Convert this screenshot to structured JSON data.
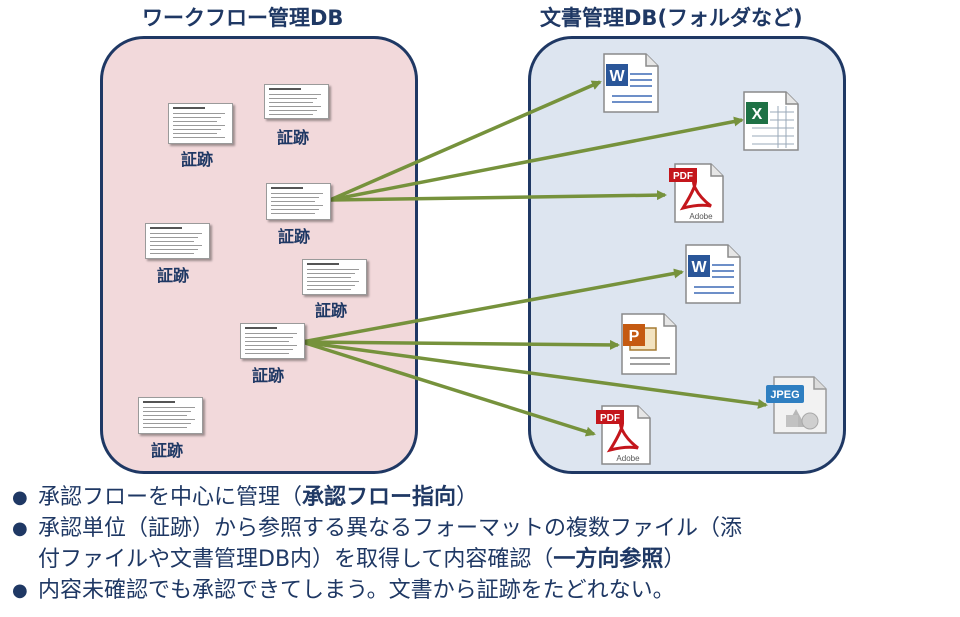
{
  "headings": {
    "left": "ワークフロー管理DB",
    "right": "文書管理DB(フォルダなど)"
  },
  "evidence_label": "証跡",
  "file_icons": {
    "word": "word-doc-icon",
    "excel": "excel-sheet-icon",
    "pdf": "pdf-icon",
    "ppt": "powerpoint-icon",
    "jpeg": "jpeg-icon",
    "pdf_text": "PDF",
    "pdf_brand": "Adobe",
    "jpeg_text": "JPEG"
  },
  "colors": {
    "arrow": "#76923c",
    "panel_left_fill": "#f2d9db",
    "panel_right_fill": "#dde5f0",
    "panel_border": "#1f3864",
    "text": "#1f3864"
  },
  "bullets": [
    {
      "pre": "承認フローを中心に管理（",
      "bold": "承認フロー指向",
      "post": "）"
    },
    {
      "pre": "承認単位（証跡）から参照する異なるフォーマットの複数ファイル（添",
      "cont_pre": "付ファイルや文書管理DB内）を取得して内容確認（",
      "bold": "一方向参照",
      "post": "）"
    },
    {
      "pre": "内容未確認でも承認できてしまう。文書から証跡をたどれない。"
    }
  ]
}
